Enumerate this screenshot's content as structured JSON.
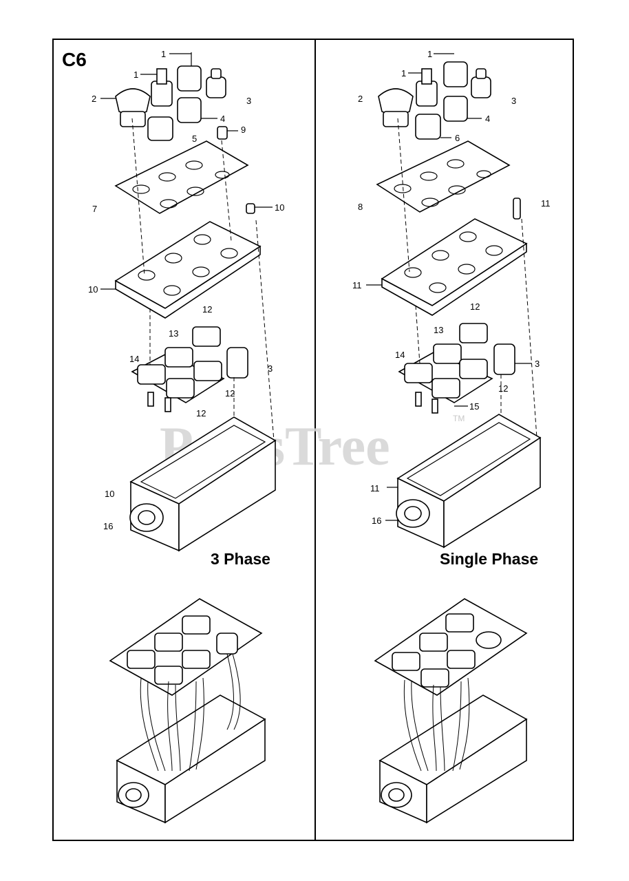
{
  "diagram_id": "C6",
  "watermark": {
    "text": "PartsTree",
    "tm": "TM"
  },
  "panels": [
    {
      "caption": "3 Phase",
      "labels": [
        "1",
        "1",
        "2",
        "3",
        "4",
        "5",
        "9",
        "7",
        "10",
        "10",
        "12",
        "13",
        "14",
        "3",
        "12",
        "12",
        "10",
        "16"
      ]
    },
    {
      "caption": "Single Phase",
      "labels": [
        "1",
        "1",
        "2",
        "3",
        "4",
        "6",
        "8",
        "11",
        "11",
        "12",
        "13",
        "14",
        "3",
        "12",
        "15",
        "11",
        "16"
      ]
    }
  ]
}
